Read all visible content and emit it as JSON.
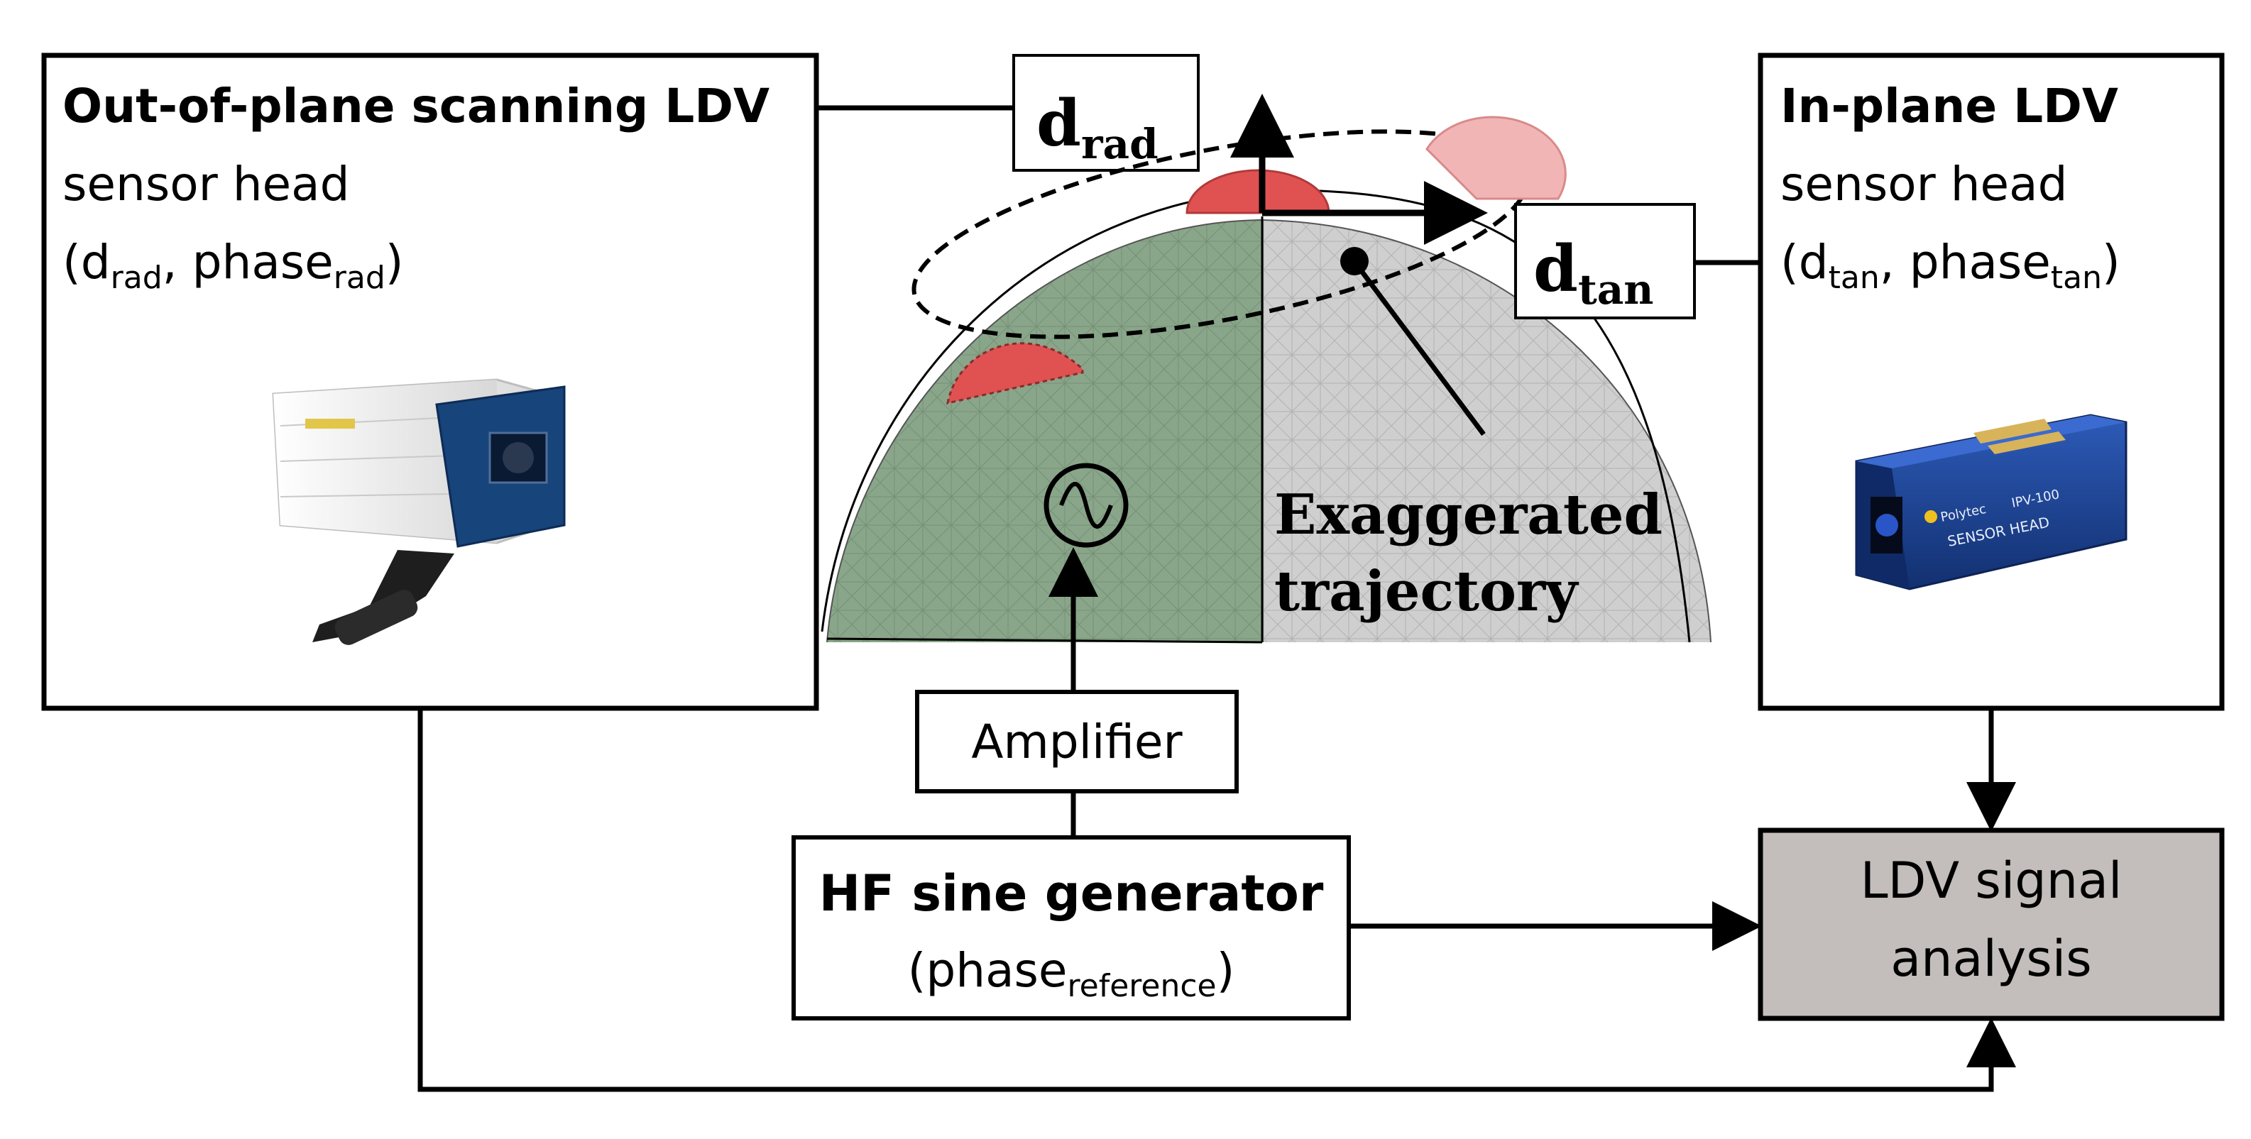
{
  "left_box": {
    "title": "Out-of-plane scanning LDV",
    "line2": "sensor head",
    "line3_open": "(d",
    "line3_sub1": "rad",
    "line3_mid": ", phase",
    "line3_sub2": "rad",
    "line3_close": ")"
  },
  "right_box": {
    "title": "In-plane LDV",
    "line2": "sensor head",
    "line3_open": "(d",
    "line3_sub1": "tan",
    "line3_mid": ", phase",
    "line3_sub2": "tan",
    "line3_close": ")"
  },
  "d_rad": {
    "main": "d",
    "sub": "rad"
  },
  "d_tan": {
    "main": "d",
    "sub": "tan"
  },
  "trajectory": {
    "line1": "Exaggerated",
    "line2": "trajectory"
  },
  "amplifier": {
    "label": "Amplifier"
  },
  "generator": {
    "title": "HF sine generator",
    "line2_open": "(phase",
    "line2_sub": "reference",
    "line2_close": ")"
  },
  "analysis": {
    "line1": "LDV signal",
    "line2": "analysis"
  },
  "device_label": {
    "brand": "Polytec",
    "model": "IPV-100",
    "caption": "SENSOR HEAD"
  },
  "colors": {
    "stroke": "#000000",
    "dome_green": "#8aa68a",
    "dome_grey": "#cfcfcf",
    "marker_red": "#e05252",
    "marker_pink": "#f2b5b5",
    "analysis_fill": "#c3bebb",
    "scanner_blue": "#17447a",
    "sensor_blue": "#1d3f8f"
  }
}
